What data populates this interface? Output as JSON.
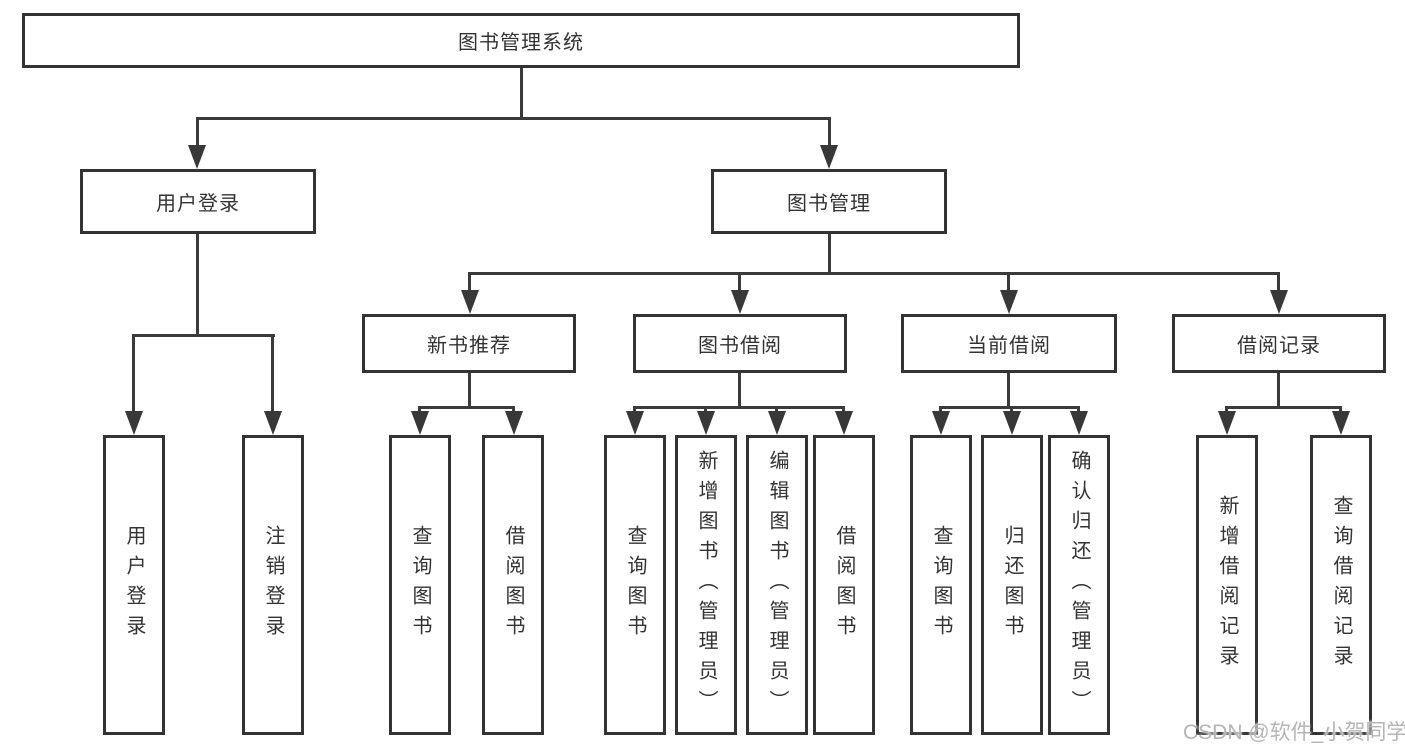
{
  "diagram": {
    "root": {
      "label": "图书管理系统"
    },
    "branches": [
      {
        "label": "用户登录",
        "children": [
          {
            "label": "用户登录"
          },
          {
            "label": "注销登录"
          }
        ]
      },
      {
        "label": "图书管理",
        "children": [
          {
            "label": "新书推荐",
            "children": [
              {
                "label": "查询图书"
              },
              {
                "label": "借阅图书"
              }
            ]
          },
          {
            "label": "图书借阅",
            "children": [
              {
                "label": "查询图书"
              },
              {
                "label": "新增图书（管理员）"
              },
              {
                "label": "编辑图书（管理员）"
              },
              {
                "label": "借阅图书"
              }
            ]
          },
          {
            "label": "当前借阅",
            "children": [
              {
                "label": "查询图书"
              },
              {
                "label": "归还图书"
              },
              {
                "label": "确认归还（管理员）"
              }
            ]
          },
          {
            "label": "借阅记录",
            "children": [
              {
                "label": "新增借阅记录"
              },
              {
                "label": "查询借阅记录"
              }
            ]
          }
        ]
      }
    ]
  },
  "watermark": {
    "text": "CSDN @软件_小贺同学"
  },
  "colors": {
    "line": "#3a3a3a",
    "box_border": "#333333",
    "text": "#333333",
    "background": "#ffffff",
    "watermark": "#b5b5b5"
  }
}
